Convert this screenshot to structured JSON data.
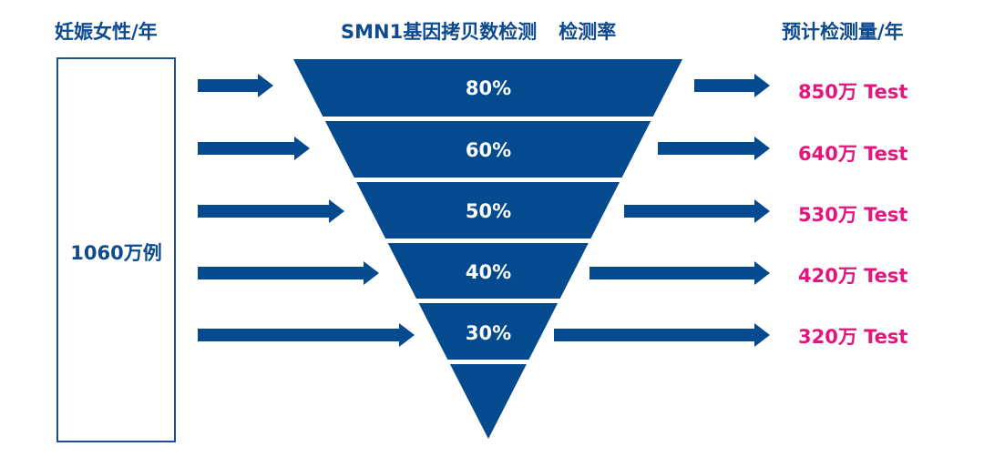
{
  "headers": {
    "left": "妊娠女性/年",
    "middle_a": "SMN1基因拷贝数检测",
    "middle_b": "检测率",
    "right": "预计检测量/年"
  },
  "population": "1060万例",
  "colors": {
    "primary": "#0d4a8f",
    "funnel": "#044a8f",
    "accent": "#e4157c",
    "background": "#ffffff"
  },
  "tiers": [
    {
      "rate": "80%",
      "rate_value": 80,
      "result": "850万 Test",
      "result_value": 850
    },
    {
      "rate": "60%",
      "rate_value": 60,
      "result": "640万 Test",
      "result_value": 640
    },
    {
      "rate": "50%",
      "rate_value": 50,
      "result": "530万 Test",
      "result_value": 530
    },
    {
      "rate": "40%",
      "rate_value": 40,
      "result": "420万 Test",
      "result_value": 420
    },
    {
      "rate": "30%",
      "rate_value": 30,
      "result": "320万 Test",
      "result_value": 320
    }
  ]
}
